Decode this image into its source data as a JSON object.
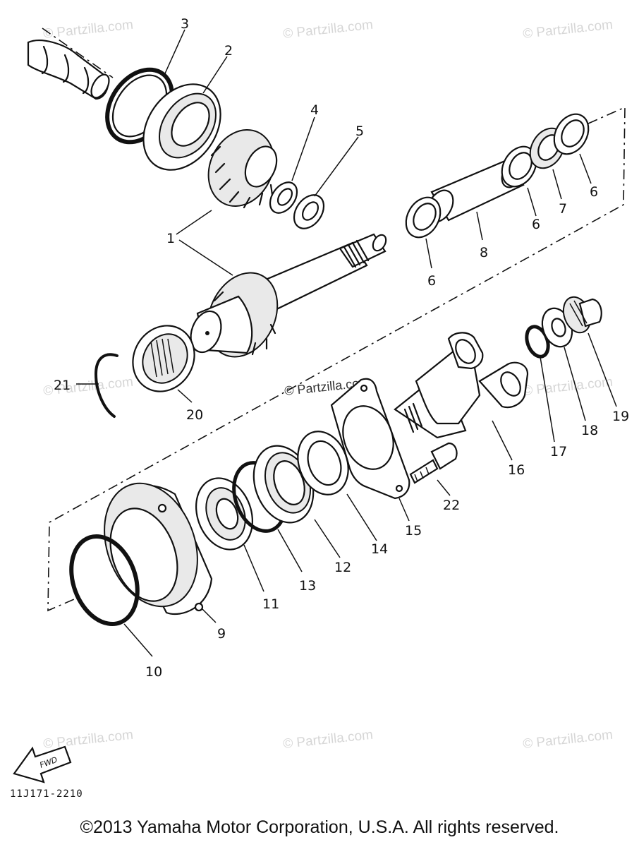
{
  "watermark": "© Partzilla.com",
  "callouts": {
    "c1a": "1",
    "c1b": "1",
    "c2": "2",
    "c3": "3",
    "c4": "4",
    "c5": "5",
    "c6a": "6",
    "c6b": "6",
    "c6c": "6",
    "c7": "7",
    "c8": "8",
    "c9": "9",
    "c10": "10",
    "c11": "11",
    "c12": "12",
    "c13": "13",
    "c14": "14",
    "c15": "15",
    "c16": "16",
    "c17": "17",
    "c18": "18",
    "c19": "19",
    "c20": "20",
    "c21": "21",
    "c22": "22"
  },
  "fwd_label": "FWD",
  "diagram_code": "11J171-2210",
  "copyright": "©2013 Yamaha Motor Corporation, U.S.A. All rights reserved."
}
